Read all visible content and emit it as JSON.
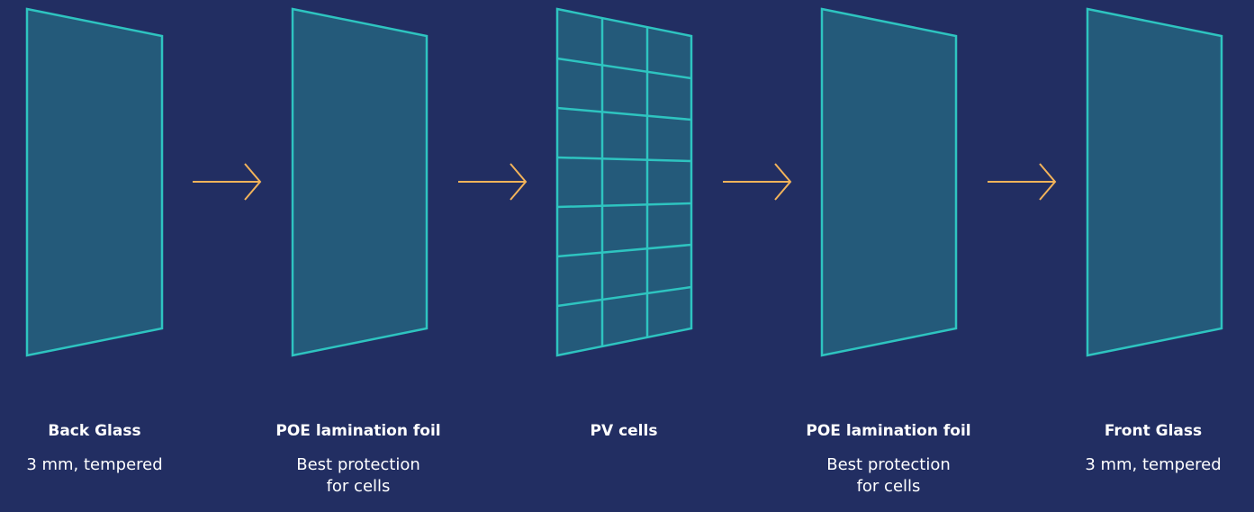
{
  "colors": {
    "background": "#222e62",
    "panel_fill": "#245a7a",
    "panel_stroke": "#2ec4c0",
    "arrow": "#f2b35a",
    "text": "#ffffff"
  },
  "layers": [
    {
      "name": "Back Glass",
      "description": "3 mm, tempered",
      "kind": "glass"
    },
    {
      "name": "POE lamination foil",
      "description": "Best protection\nfor cells",
      "kind": "foil"
    },
    {
      "name": "PV cells",
      "description": "",
      "kind": "cells"
    },
    {
      "name": "POE lamination foil",
      "description": "Best protection\nfor cells",
      "kind": "foil"
    },
    {
      "name": "Front Glass",
      "description": "3 mm, tempered",
      "kind": "glass"
    }
  ],
  "arrows": [
    {
      "icon": "arrow-right-icon"
    },
    {
      "icon": "arrow-right-icon"
    },
    {
      "icon": "arrow-right-icon"
    },
    {
      "icon": "arrow-right-icon"
    }
  ]
}
